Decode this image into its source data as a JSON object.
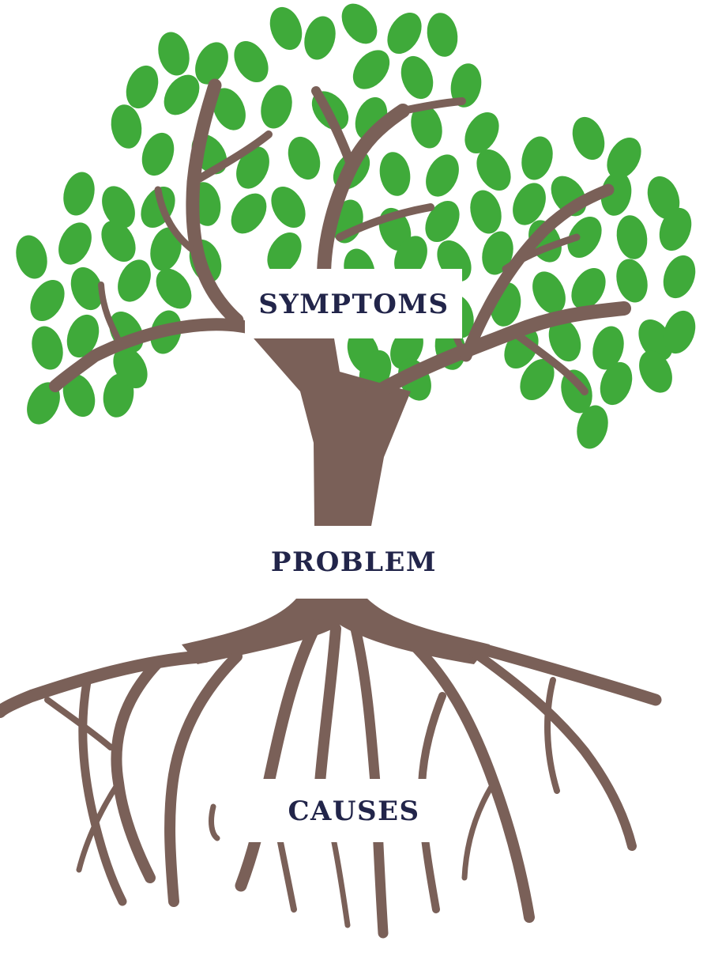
{
  "diagram": {
    "labels": {
      "symptoms": "SYMPTOMS",
      "problem": "PROBLEM",
      "causes": "CAUSES"
    }
  },
  "colors": {
    "leaf": "#3faa3a",
    "wood": "#7a6058",
    "label_text": "#22254a",
    "background": "#ffffff"
  }
}
